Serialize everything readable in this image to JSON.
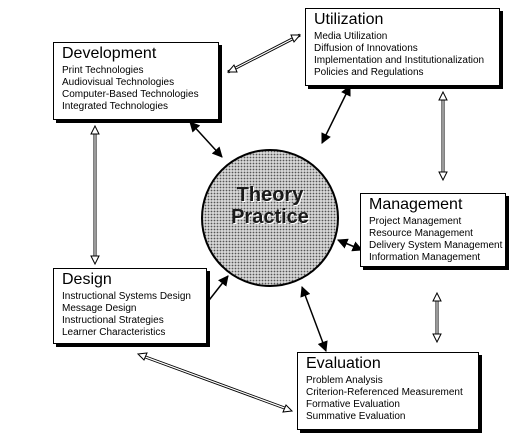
{
  "center": {
    "line1": "Theory",
    "line2": "Practice"
  },
  "boxes": {
    "development": {
      "title": "Development",
      "items": [
        "Print Technologies",
        "Audiovisual Technologies",
        "Computer-Based Technologies",
        "Integrated Technologies"
      ]
    },
    "utilization": {
      "title": "Utilization",
      "items": [
        "Media Utilization",
        "Diffusion of Innovations",
        "Implementation and Institutionalization",
        "Policies and Regulations"
      ]
    },
    "management": {
      "title": "Management",
      "items": [
        "Project Management",
        "Resource Management",
        "Delivery System Management",
        "Information Management"
      ]
    },
    "design": {
      "title": "Design",
      "items": [
        "Instructional Systems Design",
        "Message Design",
        "Instructional Strategies",
        "Learner Characteristics"
      ]
    },
    "evaluation": {
      "title": "Evaluation",
      "items": [
        "Problem Analysis",
        "Criterion-Referenced Measurement",
        "Formative Evaluation",
        "Summative Evaluation"
      ]
    }
  },
  "colors": {
    "circle_fill": "#b8b8b8",
    "stroke": "#000000"
  }
}
